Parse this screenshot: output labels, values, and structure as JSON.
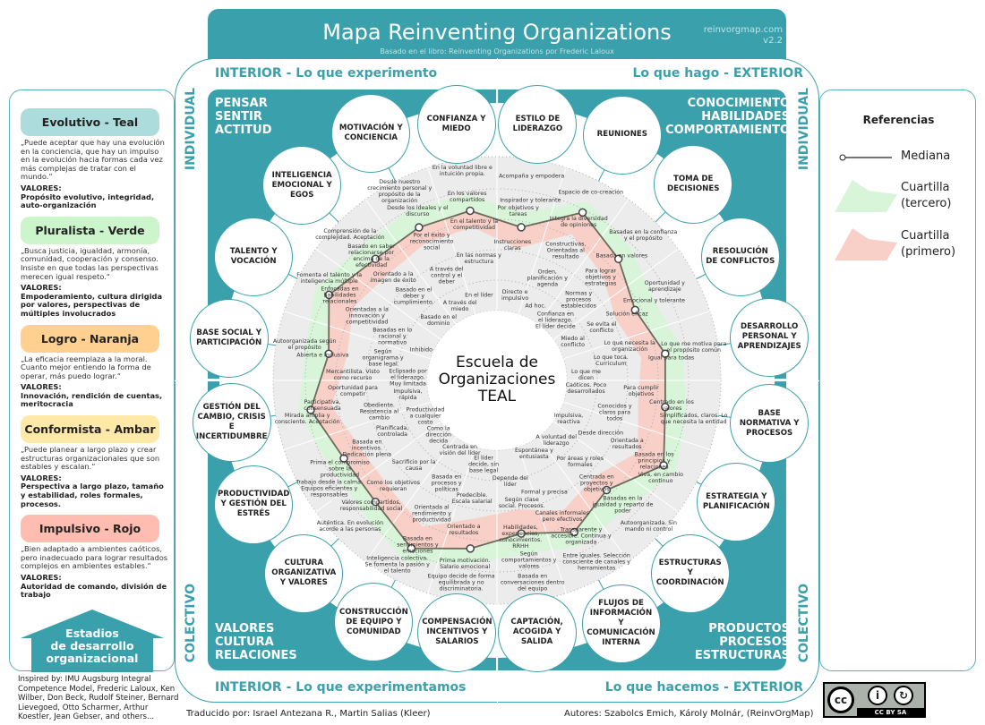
{
  "header": {
    "title": "Mapa Reinventing Organizations",
    "subtitle": "Basado en el libro: Reinventing Organizations por Frederic Laloux",
    "site": "reinvorgmap.com",
    "version": "v2.2"
  },
  "frame": {
    "top_left": "INTERIOR - Lo que experimento",
    "top_right": "Lo que hago - EXTERIOR",
    "bottom_left": "INTERIOR - Lo que experimentamos",
    "bottom_right": "Lo que hacemos - EXTERIOR",
    "individual": "INDIVIDUAL",
    "colectivo": "COLECTIVO"
  },
  "quadrants": {
    "tl": "PENSAR\nSENTIR\nACTITUD",
    "tr": "CONOCIMIENTO\nHABILIDADES\nCOMPORTAMIENTO",
    "bl": "VALORES\nCULTURA\nRELACIONES",
    "br": "PRODUCTOS\nPROCESOS\nESTRUCTURAS"
  },
  "center": "Escuela de Organizaciones TEAL",
  "stages": [
    {
      "name": "Evolutivo - Teal",
      "color": "#acdcdc",
      "quote": "„Puede aceptar que hay una evolución en la conciencia, que hay un impulso en la evolución hacia formas cada vez más complejas de tratar con el mundo.“",
      "values_label": "VALORES:",
      "values": "Propósito evolutivo, integridad, auto-organización"
    },
    {
      "name": "Pluralista - Verde",
      "color": "#ccf5cc",
      "quote": "„Busca justicia, igualdad, armonía, comunidad, cooperación y consenso. Insiste en que todas las perspectivas merecen igual respeto.“",
      "values_label": "VALORES:",
      "values": "Empoderamiento, cultura dirigida por valores, perspectivas de múltiples involucrados"
    },
    {
      "name": "Logro - Naranja",
      "color": "#ffd08f",
      "quote": "„La eficacia reemplaza a la moral. Cuanto mejor entiendo la forma de operar, más puedo lograr.“",
      "values_label": "VALORES:",
      "values": "Innovación, rendición de cuentas, meritocracia"
    },
    {
      "name": "Conformista - Ambar",
      "color": "#ffe9a8",
      "quote": "„Puede planear a largo plazo y crear estructuras organizacionales que son estables y escalan.“",
      "values_label": "VALORES:",
      "values": "Perspectiva a largo plazo, tamaño y estabilidad, roles formales, procesos."
    },
    {
      "name": "Impulsivo - Rojo",
      "color": "#ffbcb0",
      "quote": "„Bien adaptado a ambientes caóticos, pero inadecuado para lograr resultados complejos en ambientes estables.“",
      "values_label": "VALORES:",
      "values": "Autoridad de comando, división de trabajo"
    }
  ],
  "stages_arrow": "Estadios\nde desarrollo\norganizacional",
  "legend": {
    "title": "Referencias",
    "median": "Mediana",
    "q3": "Cuartilla\n(tercero)",
    "q1": "Cuartilla\n(primero)",
    "q3_color": "#d9f5d9",
    "q1_color": "#f8d0c8"
  },
  "footer": {
    "inspired": "Inspired by: IMU Augsburg Integral Competence Model, Frederic Laloux, Ken Wilber, Don Beck, Rudolf Steiner, Bernard Lievegoed, Otto Scharmer, Arthur Koestler, Jean Gebser, and others...",
    "translated": "Traducido por: Israel Antezana R., Martin Salias (Kleer)",
    "authors": "Autores: Szabolcs Emich, Károly Molnár, (ReinvOrgMap)",
    "license": "CC BY SA"
  },
  "colors": {
    "teal": "#3aa0ac",
    "median_line": "#6b6b5e"
  },
  "chart_data": {
    "type": "radar",
    "levels": 5,
    "axes": [
      {
        "name": "ESTILO DE LIDERAZGO",
        "median": 3.3,
        "q1": 2.6,
        "q3": 3.8,
        "labels": [
          "Directo e impulsivo",
          "Instrucciones claras",
          "Por objetivos y tareas",
          "Inspirador y tolerante",
          "Acompaña y empodera"
        ]
      },
      {
        "name": "REUNIONES",
        "median": 4.4,
        "q1": 3.6,
        "q3": 4.8,
        "labels": [
          "Ad hoc.",
          "Orden, planificación y agenda",
          "Constructivas. Orientadas al resultado",
          "Integra la diversidad de opiniones",
          "Espacio de co-creación"
        ]
      },
      {
        "name": "TOMA DE DECISIONES",
        "median": 3.85,
        "q1": 3.1,
        "q3": 4.4,
        "labels": [
          "Confianza en el liderazgo. El líder decide",
          "Normas y procesos establecidos",
          "Para lograr objetivos y estrategias",
          "Basada en valores",
          "Basadas en la confianza y el propósito"
        ]
      },
      {
        "name": "RESOLUCIÓN DE CONFLICTOS",
        "median": 3.3,
        "q1": 2.6,
        "q3": 4.0,
        "labels": [
          "Miedo al conflicto",
          "Se evita el conflicto",
          "Solución eficaz",
          "Emocional y tolerante",
          "Oportunidad y aprendizaje"
        ]
      },
      {
        "name": "DESARROLLO PERSONAL Y APRENDIZAJES",
        "median": 3.8,
        "q1": 3.0,
        "q3": 4.4,
        "labels": [
          "Lo que me dicen",
          "Lo que toca. Curriculum",
          "Lo que necesita la organización",
          "Igual para todas",
          "Lo que me motiva para el propósito común"
        ]
      },
      {
        "name": "BASE NORMATIVA Y PROCESOS",
        "median": 3.8,
        "q1": 2.9,
        "q3": 4.5,
        "labels": [
          "Caóticos. Poco desarrollados",
          "Conocidos y claros para todos",
          "Para cumplir objetivos",
          "Centrado en los valores",
          "Simplificados, claros. Lo que necesita la entidad"
        ]
      },
      {
        "name": "ESTRATEGIA Y PLANIFICACIÓN",
        "median": 4.35,
        "q1": 3.4,
        "q3": 4.8,
        "labels": [
          "Impulsiva, reactiva",
          "Desde dirección",
          "Orientada a resultados",
          "Basada en los principios y relaciones",
          "Viva, en cambio continuo"
        ]
      },
      {
        "name": "ESTRUCTURAS Y COORDINACIÓN",
        "median": 3.3,
        "q1": 2.7,
        "q3": 4.2,
        "labels": [
          "A voluntad del liderazgo",
          "Por áreas y roles formales",
          "Centrada en proyectos y objetivos",
          "Basadas en la igualdad y reparto de poder",
          "Autoorganizada. Sin mando ni control"
        ]
      },
      {
        "name": "FLUJOS DE INFORMACIÓN Y COMUNICACIÓN INTERNA",
        "median": 3.8,
        "q1": 3.0,
        "q3": 4.3,
        "labels": [
          "Espontánea y entusiasta",
          "Formal y precisa",
          "Canales informales pero efectivos",
          "Transparente y accesible. Continua y organizada",
          "Entre iguales. Selección consciente de canales y herramientas"
        ]
      },
      {
        "name": "CAPTACIÓN, ACOGIDA Y SALIDA",
        "median": 3.3,
        "q1": 2.5,
        "q3": 4.0,
        "labels": [
          "Depende del líder",
          "Según clase social. Procesos.",
          "Habilidades, experiencias, conocimientos. RRHH",
          "Según comportamientos y valores",
          "Basada en conversaciones dentro del equipo"
        ]
      },
      {
        "name": "COMPENSACIÓN INCENTIVOS Y SALARIOS",
        "median": 3.8,
        "q1": 2.8,
        "q3": 4.3,
        "labels": [
          "El líder decide, sin base legal",
          "Predecible. Escala salarial",
          "Orientado a resultados",
          "Prima motivación. Salario emocional",
          "Equipo decide de forma equilibrada y no discriminatoria."
        ]
      },
      {
        "name": "CONSTRUCCIÓN DE EQUIPO Y COMUNIDAD",
        "median": 4.4,
        "q1": 3.6,
        "q3": 4.9,
        "labels": [
          "Centrada en visión del líder",
          "Basada en procesos y políticas",
          "Orientada al rendimiento y productividad",
          "Basada en sentimientos y emociones",
          "Inteligencia colectiva. Se fomenta la pasión y el talento"
        ]
      },
      {
        "name": "CULTURA ORGANIZATIVA Y VALORES",
        "median": 3.85,
        "q1": 3.2,
        "q3": 4.4,
        "labels": [
          "Como la dirección decida",
          "Sacrificio por la causa",
          "Como los objetivos requieran",
          "Valores compartidos, responsabilidad social",
          "Auténtica. En evolución acorde a las personas"
        ]
      },
      {
        "name": "PRODUCTIVIDAD Y GESTIÓN DEL ESTRÉS",
        "median": 3.85,
        "q1": 3.2,
        "q3": 4.4,
        "labels": [
          "Productividad a cualquier costo",
          "Planificada, controlada",
          "Basada en incentivos. Dedicación plena",
          "Prima el compromiso sobre la productividad",
          "Trabajo desde la calma. Equipos eficientes y responsables"
        ]
      },
      {
        "name": "GESTIÓN DEL CAMBIO, CRISIS E INCERTIDUMBRE",
        "median": 4.4,
        "q1": 3.7,
        "q3": 4.8,
        "labels": [
          "Impulsiva, rápida",
          "Obediente. Resistencia al cambio",
          "Oportunidad para competir",
          "Participativa, consensuada",
          "Mirada amplia y consciente. Aceptación"
        ]
      },
      {
        "name": "BASE SOCIAL Y PARTICIPACIÓN",
        "median": 3.8,
        "q1": 3.2,
        "q3": 4.6,
        "labels": [
          "Eclipsado por el liderazgo. Muy limitada",
          "Según organigrama y base legal",
          "Mercantilista. Visto como recurso",
          "Abierta e inclusiva",
          "Autoorganizada según el propósito"
        ]
      },
      {
        "name": "TALENTO Y VOCACIÓN",
        "median": 4.4,
        "q1": 3.5,
        "q3": 4.9,
        "labels": [
          "Inhibido",
          "Basadas en lo racional y normativo",
          "Orientadas a la innovación y competitividad",
          "Enfocadas en habilidades relacionales",
          "Fomenta el talento y la inteligencia múltiple"
        ]
      },
      {
        "name": "INTELIGENCIA EMOCIONAL Y EGOS",
        "median": 3.85,
        "q1": 3.2,
        "q3": 4.5,
        "labels": [
          "Basado en el dominio",
          "Basado en el deber y cumplimiento.",
          "Orientado a la imagen de éxito",
          "Basado en saber relacionarse por encima de la efectividad",
          "Comprensión de la complejidad. Aceptación"
        ]
      },
      {
        "name": "MOTIVACIÓN Y CONCIENCIA",
        "median": 3.85,
        "q1": 3.3,
        "q3": 4.5,
        "labels": [
          "A través del miedo",
          "A través del control y el deber",
          "Por el éxito y reconocimiento social",
          "Desde los ideales y el discurso",
          "Desde nuestro crecimiento personal y propósito de la organización"
        ]
      },
      {
        "name": "CONFIANZA Y MIEDO",
        "median": 3.85,
        "q1": 3.3,
        "q3": 4.4,
        "labels": [
          "En el líder",
          "En las normas y estructura",
          "En el talento y la competitividad",
          "En los valores compartidos",
          "En la voluntad libre e intuición propia."
        ]
      }
    ]
  }
}
